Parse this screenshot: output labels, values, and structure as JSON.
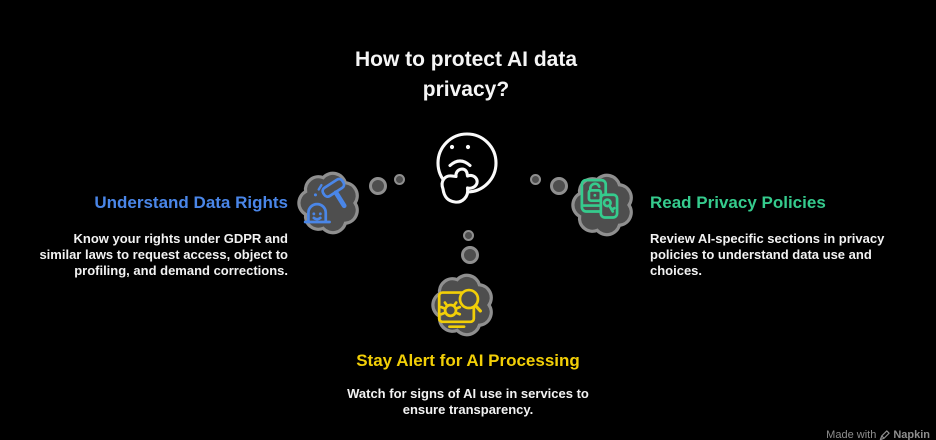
{
  "title": "How to protect AI data privacy?",
  "colors": {
    "background": "#000000",
    "title_text": "#f5f5f5",
    "body_text": "#f2f2f2",
    "blue": "#4a86e8",
    "green": "#35cb8d",
    "yellow": "#f2cf07",
    "cloud_fill": "#4e4e4e",
    "cloud_stroke": "#8f8f8f",
    "face_stroke": "#fafafa",
    "watermark": "#8e8e8e"
  },
  "center": {
    "icon": "thinking-face-icon"
  },
  "sections": {
    "left": {
      "heading": "Understand Data Rights",
      "body": "Know your rights under GDPR and similar laws to request access, object to profiling, and demand corrections.",
      "icon": "law-gavel-icon"
    },
    "right": {
      "heading": "Read Privacy Policies",
      "body": "Review AI-specific sections in privacy policies to understand data use and choices.",
      "icon": "policy-book-lock-key-icon"
    },
    "bottom": {
      "heading": "Stay Alert for AI Processing",
      "body": "Watch for signs of AI use in services to ensure transparency.",
      "icon": "ai-monitor-bug-search-icon"
    }
  },
  "watermark": {
    "made_with": "Made with",
    "brand": "Napkin"
  }
}
